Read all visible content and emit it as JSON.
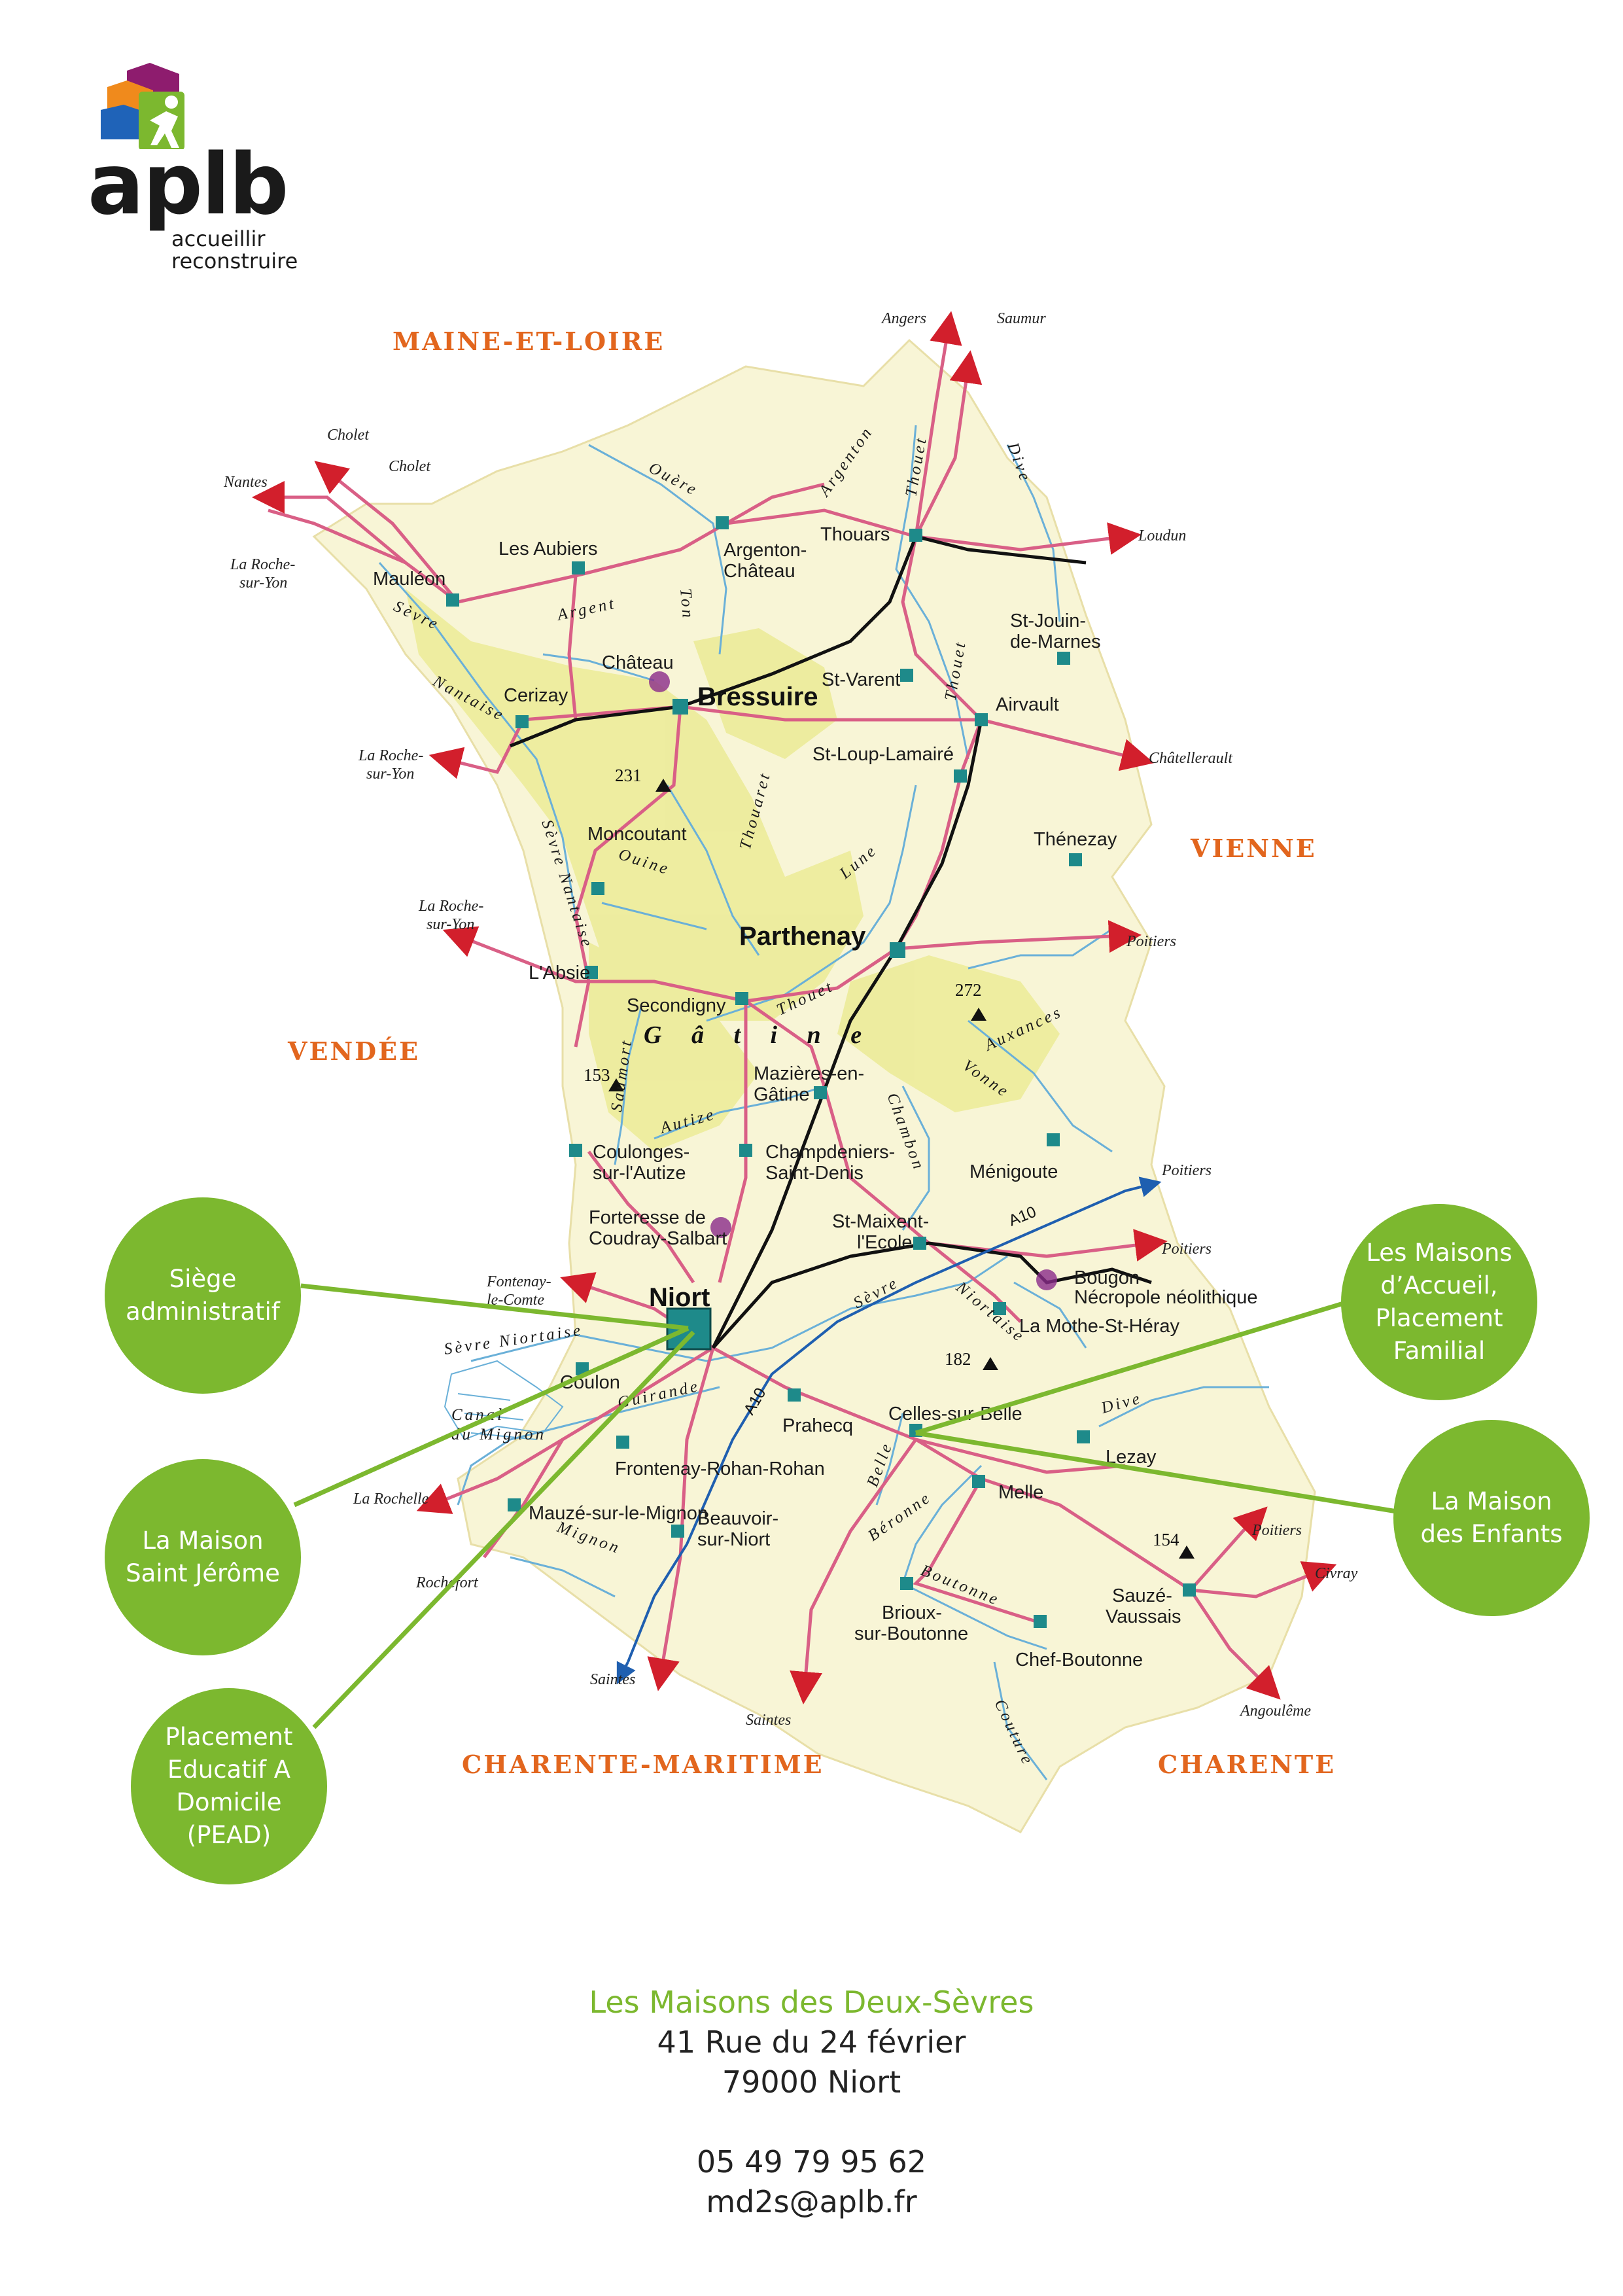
{
  "logo": {
    "wordmark": "aplb",
    "tagline_1": "accueillir",
    "tagline_2": "reconstruire"
  },
  "map": {
    "regions": {
      "maine_et_loire": "MAINE-ET-LOIRE",
      "vienne": "VIENNE",
      "vendee": "VENDÉE",
      "charente_maritime": "CHARENTE-MARITIME",
      "charente": "CHARENTE"
    },
    "towns": {
      "bressuire": "Bressuire",
      "parthenay": "Parthenay",
      "niort": "Niort",
      "thouars": "Thouars",
      "argenton_1": "Argenton-",
      "argenton_2": "Château",
      "les_aubiers": "Les Aubiers",
      "mauleon": "Mauléon",
      "cerizay": "Cerizay",
      "chateau": "Château",
      "st_varent": "St-Varent",
      "airvault": "Airvault",
      "st_jouin_1": "St-Jouin-",
      "st_jouin_2": "de-Marnes",
      "st_loup": "St-Loup-Lamairé",
      "thenezay": "Thénezay",
      "moncoutant": "Moncoutant",
      "labsie": "L'Absie",
      "secondigny": "Secondigny",
      "mazieres_1": "Mazières-en-",
      "mazieres_2": "Gâtine",
      "coulonges_1": "Coulonges-",
      "coulonges_2": "sur-l'Autize",
      "champdeniers_1": "Champdeniers-",
      "champdeniers_2": "Saint-Denis",
      "menigoute": "Ménigoute",
      "forteresse_1": "Forteresse de",
      "forteresse_2": "Coudray-Salbart",
      "st_maixent_1": "St-Maixent-",
      "st_maixent_2": "l'Ecole",
      "bougon_1": "Bougon",
      "bougon_2": "Nécropole néolithique",
      "la_mothe": "La Mothe-St-Héray",
      "coulon": "Coulon",
      "prahecq": "Prahecq",
      "celles": "Celles-sur-Belle",
      "lezay": "Lezay",
      "frontenay": "Frontenay-Rohan-Rohan",
      "mauze": "Mauzé-sur-le-Mignon",
      "melle": "Melle",
      "beauvoir_1": "Beauvoir-",
      "beauvoir_2": "sur-Niort",
      "brioux_1": "Brioux-",
      "brioux_2": "sur-Boutonne",
      "chef_boutonne": "Chef-Boutonne",
      "sauze_1": "Sauzé-",
      "sauze_2": "Vaussais"
    },
    "destinations": {
      "angers": "Angers",
      "saumur": "Saumur",
      "cholet_1": "Cholet",
      "cholet_2": "Cholet",
      "nantes": "Nantes",
      "la_roche_1a": "La Roche-",
      "la_roche_1b": "sur-Yon",
      "la_roche_2a": "La Roche-",
      "la_roche_2b": "sur-Yon",
      "la_roche_3a": "La Roche-",
      "la_roche_3b": "sur-Yon",
      "loudun": "Loudun",
      "chatellerault": "Châtellerault",
      "poitiers_1": "Poitiers",
      "poitiers_2": "Poitiers",
      "poitiers_3": "Poitiers",
      "poitiers_4": "Poitiers",
      "fontenay_1": "Fontenay-",
      "fontenay_2": "le-Comte",
      "la_rochelle": "La Rochelle",
      "rochefort": "Rochefort",
      "saintes_1": "Saintes",
      "saintes_2": "Saintes",
      "civray": "Civray",
      "angouleme": "Angoulême"
    },
    "rivers": {
      "ouere": "Ouère",
      "argenton": "Argenton",
      "thouet_1": "Thouet",
      "dive_1": "Dive",
      "argent": "Argent",
      "ton": "Ton",
      "sevre_nantaise_1": "Sèvre",
      "sevre_nantaise_2": "Nantaise",
      "thouaret": "Thouaret",
      "thouet_2": "Thouet",
      "ouine": "Ouine",
      "sevre_nantaise_3": "Sèvre Nantaise",
      "lune": "Lune",
      "thouet_3": "Thouet",
      "auxances": "Auxances",
      "vonne": "Vonne",
      "saumort": "Saumort",
      "autize": "Autize",
      "chambon": "Chambon",
      "sevre_niortaise_1": "Sèvre Niortaise",
      "sevre_2": "Sèvre",
      "niortaise_2": "Niortaise",
      "guirande": "Guirande",
      "canal_1": "Canal",
      "canal_2": "du Mignon",
      "mignon": "Mignon",
      "belle": "Belle",
      "dive_2": "Dive",
      "beronne": "Béronne",
      "boutonne": "Boutonne",
      "couture": "Couture"
    },
    "gatine": "G â t i n e",
    "peaks": {
      "p231": "231",
      "p272": "272",
      "p153": "153",
      "p182": "182",
      "p154": "154"
    },
    "highway": {
      "a10_1": "A10",
      "a10_2": "A10"
    }
  },
  "bubbles": {
    "siege": "Siège\nadministratif",
    "saint_jerome": "La Maison\nSaint Jérôme",
    "pead": "Placement\nEducatif A\nDomicile\n(PEAD)",
    "accueil": "Les Maisons\nd’Accueil,\nPlacement\nFamilial",
    "enfants": "La Maison\ndes Enfants"
  },
  "footer": {
    "title": "Les Maisons des Deux-Sèvres",
    "address_1": "41 Rue du 24 février",
    "address_2": "79000 Niort",
    "phone": "05 49 79 95 62",
    "email": "md2s@aplb.fr"
  },
  "colors": {
    "accent_green": "#7cb82f",
    "region_orange": "#e2661e",
    "map_fill": "#f8f5d6",
    "gatine_fill": "#ecec9a",
    "road_pink": "#d95f86",
    "river_blue": "#6ab0d8",
    "town_square": "#1e8a8a"
  }
}
